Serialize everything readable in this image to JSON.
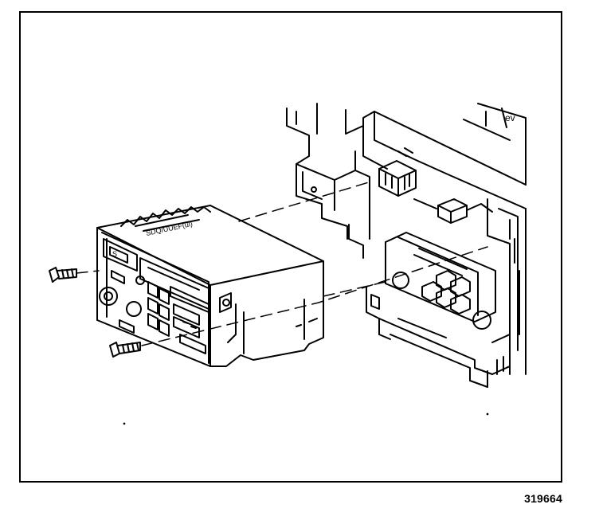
{
  "figure": {
    "number": "319664"
  },
  "colors": {
    "line": "#000000",
    "background": "#ffffff"
  },
  "parts": {
    "radio": "radio-receiver",
    "dash": "instrument-panel-cavity",
    "screws": "mounting-screws",
    "connectors": "wiring-connectors"
  }
}
